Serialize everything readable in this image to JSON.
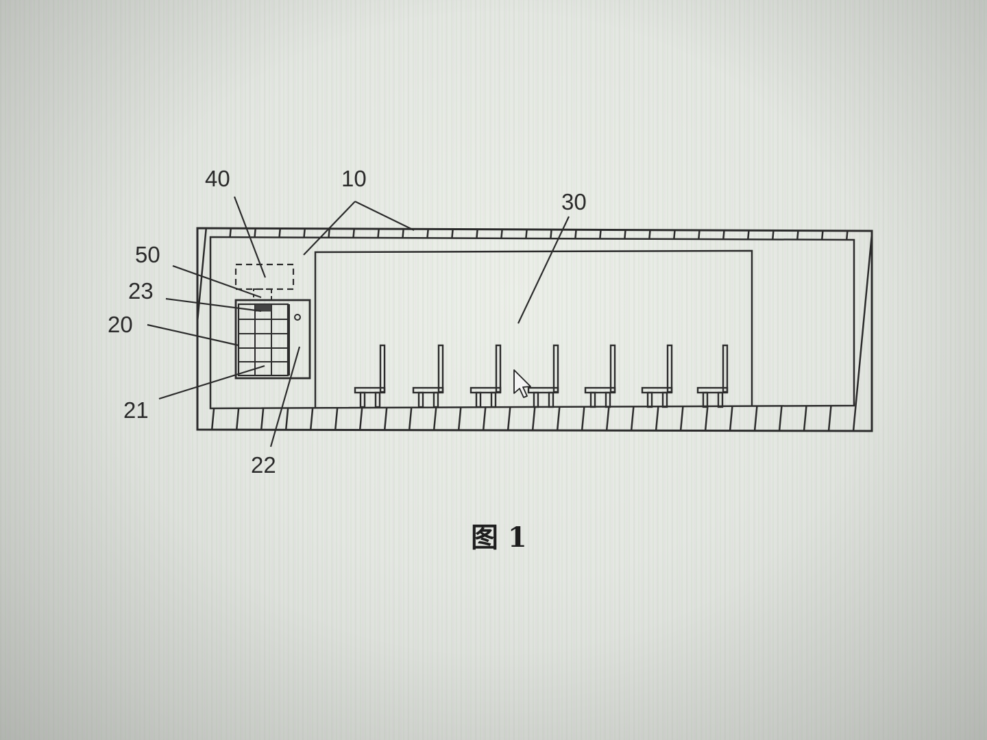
{
  "labels": {
    "l10": "10",
    "l20": "20",
    "l21": "21",
    "l22": "22",
    "l23": "23",
    "l30": "30",
    "l40": "40",
    "l50": "50"
  },
  "caption": "图 1",
  "colors": {
    "line": "#2b2b2b",
    "screen": "#e6e9e3"
  },
  "icons": {
    "cursor": "mouse-pointer-icon"
  }
}
